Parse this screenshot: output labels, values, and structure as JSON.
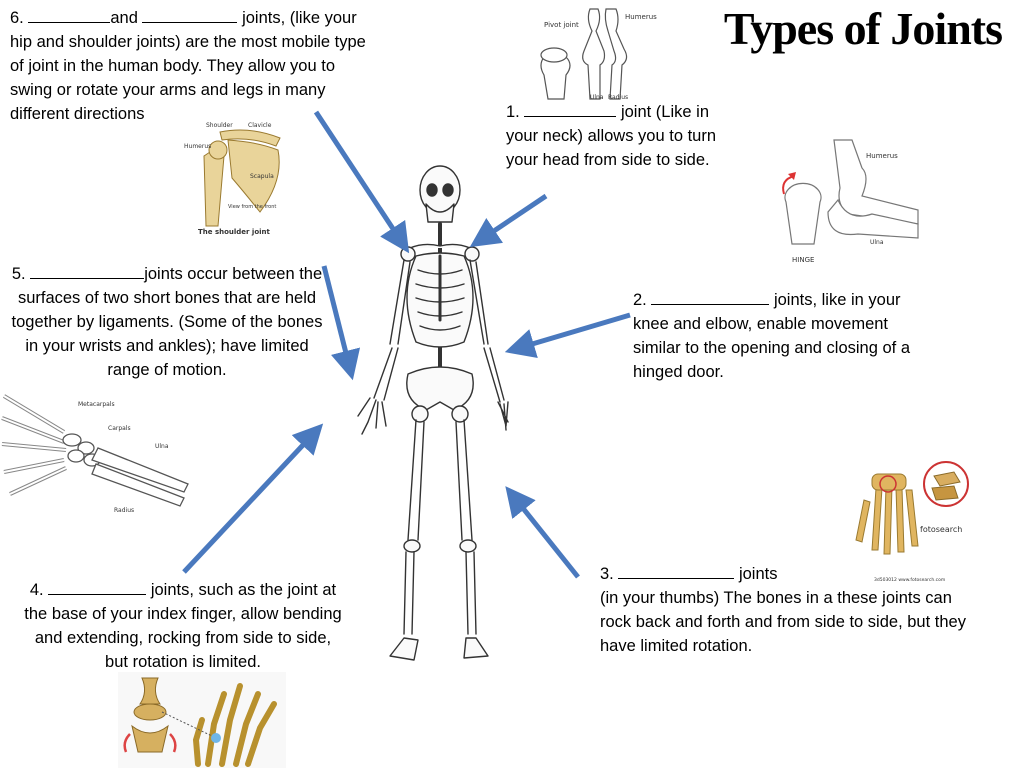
{
  "title": "Types of Joints",
  "notes": {
    "n6": {
      "num": "6.",
      "mid": "and",
      "text": "joints, (like your hip and shoulder joints) are the most mobile type of joint in the human body. They allow you to swing or rotate your arms and legs in many different directions"
    },
    "n1": {
      "num": "1.",
      "text": "joint (Like in your neck) allows you to turn your head from side to side."
    },
    "n5": {
      "num": "5.",
      "text": "joints occur between the surfaces of two short bones that are held together by ligaments. (Some of the bones in your wrists and ankles); have limited range of motion."
    },
    "n2": {
      "num": "2.",
      "text": "joints, like in your knee and elbow, enable movement similar to the opening and closing of a hinged door."
    },
    "n3": {
      "num": "3.",
      "line1": "joints",
      "text": "(in your thumbs) The bones in a these joints can rock back and forth and from side to side, but they have limited rotation."
    },
    "n4": {
      "num": "4.",
      "text": "joints, such as the joint at the base of your index finger, allow bending and extending, rocking from side to side, but rotation is limited."
    }
  },
  "labels": {
    "pivot": {
      "pivot_joint": "Pivot joint",
      "humerus": "Humerus",
      "ulna": "Ulna",
      "radius": "Radius"
    },
    "shoulder": {
      "shoulder": "Shoulder",
      "clavicle": "Clavicle",
      "humerus": "Humerus",
      "scapula": "Scapula",
      "view": "View from the front",
      "caption": "The shoulder joint"
    },
    "hinge": {
      "humerus": "Humerus",
      "ulna": "Ulna",
      "hinge": "HINGE"
    },
    "wrist": {
      "metacarpals": "Metacarpals",
      "carpals": "Carpals",
      "ulna": "Ulna",
      "radius": "Radius"
    },
    "saddle": {
      "watermark": "fotosearch",
      "code": "3d503012  www.fotosearch.com"
    }
  },
  "colors": {
    "arrow": "#4a79be",
    "bone": "#e9d49a",
    "bone_stroke": "#9a7a30"
  }
}
